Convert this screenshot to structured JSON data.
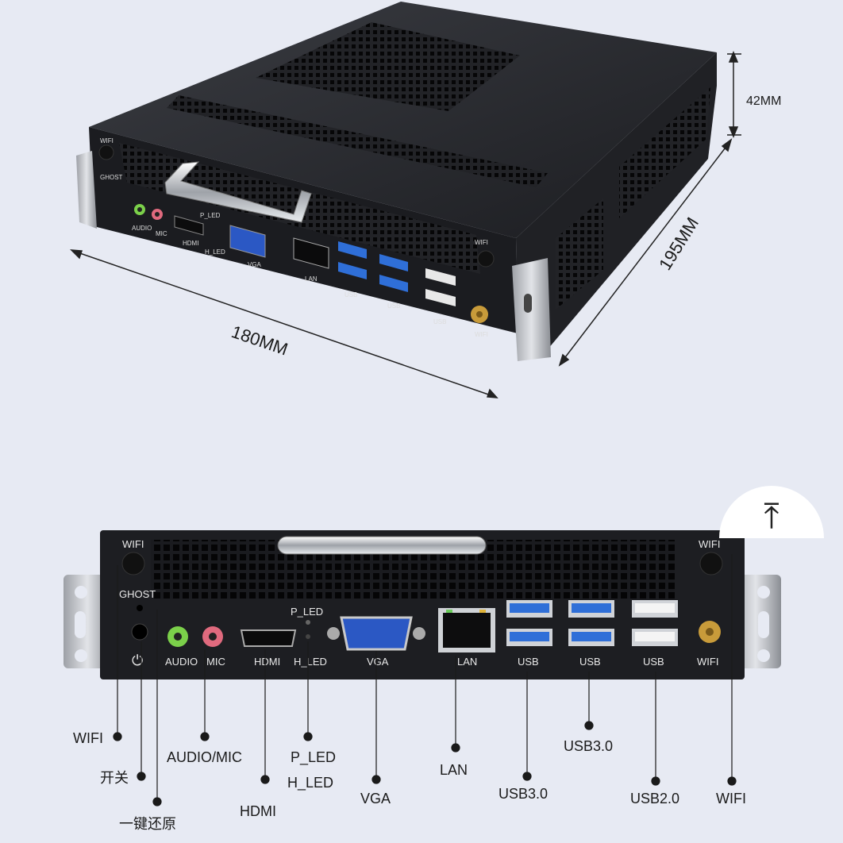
{
  "dimensions": {
    "height": "42MM",
    "depth": "195MM",
    "width": "180MM"
  },
  "top_view_labels": {
    "wifi_left": "WIFI",
    "ghost": "GHOST",
    "audio": "AUDIO",
    "mic": "MIC",
    "hdmi": "HDMI",
    "p_led": "P_LED",
    "h_led": "H_LED",
    "vga": "VGA",
    "lan": "LAN",
    "usb1": "USB",
    "usb2": "USB",
    "usb3": "USB",
    "wifi_right": "WIFI",
    "wifi_antenna": "WIFI"
  },
  "front_panel_labels": {
    "wifi_left": "WIFI",
    "ghost": "GHOST",
    "audio": "AUDIO",
    "mic": "MIC",
    "hdmi": "HDMI",
    "p_led": "P_LED",
    "h_led": "H_LED",
    "vga": "VGA",
    "lan": "LAN",
    "usb1": "USB",
    "usb2": "USB",
    "usb3": "USB",
    "wifi_right_top": "WIFI",
    "wifi_right": "WIFI"
  },
  "callouts": {
    "wifi_left": "WIFI",
    "power": "开关",
    "restore": "一键还原",
    "audio_mic": "AUDIO/MIC",
    "hdmi": "HDMI",
    "p_led": "P_LED",
    "h_led": "H_LED",
    "vga": "VGA",
    "lan": "LAN",
    "usb30_a": "USB3.0",
    "usb30_b": "USB3.0",
    "usb20": "USB2.0",
    "wifi_right": "WIFI"
  },
  "scroll_top_icon": "arrow-up-to-top-icon",
  "colors": {
    "background": "#e7eaf3",
    "chassis": "#1d1e22",
    "usb3_blue": "#2f6fd8",
    "vga_blue": "#2b58c4",
    "audio_green": "#7bd04a",
    "mic_pink": "#e06a7e",
    "antenna_gold": "#c89b3a"
  }
}
